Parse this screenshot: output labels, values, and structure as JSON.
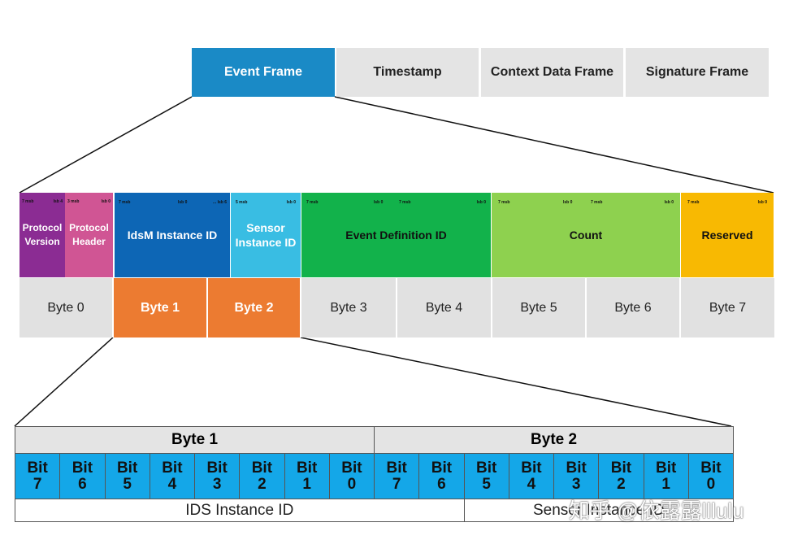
{
  "top_frames": [
    {
      "label": "Event Frame",
      "active": true
    },
    {
      "label": "Timestamp",
      "active": false
    },
    {
      "label": "Context Data Frame",
      "active": false
    },
    {
      "label": "Signature Frame",
      "active": false
    }
  ],
  "fields": [
    {
      "label": "Protocol Version",
      "color": "#8b2c93",
      "text_color": "#ffffff",
      "notes": [
        "7 msb",
        "lsb 4"
      ]
    },
    {
      "label": "Protocol Header",
      "color": "#d05594",
      "text_color": "#ffffff",
      "notes": [
        "3 msb",
        "lsb 0"
      ]
    },
    {
      "label": "IdsM Instance ID",
      "color": "#0d66b5",
      "text_color": "#ffffff",
      "notes": [
        "7 msb",
        "lsb 0",
        "... lsb 6"
      ]
    },
    {
      "label": "Sensor Instance ID",
      "color": "#39bde3",
      "text_color": "#ffffff",
      "notes": [
        "5 msb",
        "lsb 0"
      ]
    },
    {
      "label": "Event Definition ID",
      "color": "#12b24b",
      "text_color": "#111111",
      "notes": [
        "7 msb",
        "lsb 0",
        "7 msb",
        "lsb 0"
      ]
    },
    {
      "label": "Count",
      "color": "#8ed14f",
      "text_color": "#111111",
      "notes": [
        "7 msb",
        "lsb 0",
        "7 msb",
        "lsb 0"
      ]
    },
    {
      "label": "Reserved",
      "color": "#f8b902",
      "text_color": "#111111",
      "notes": [
        "7 msb",
        "lsb 0"
      ]
    }
  ],
  "bytes": [
    {
      "label": "Byte 0",
      "highlight": false
    },
    {
      "label": "Byte 1",
      "highlight": true
    },
    {
      "label": "Byte 2",
      "highlight": true
    },
    {
      "label": "Byte 3",
      "highlight": false
    },
    {
      "label": "Byte 4",
      "highlight": false
    },
    {
      "label": "Byte 5",
      "highlight": false
    },
    {
      "label": "Byte 6",
      "highlight": false
    },
    {
      "label": "Byte 7",
      "highlight": false
    }
  ],
  "detail": {
    "byte_headers": [
      "Byte 1",
      "Byte 2"
    ],
    "bits": [
      {
        "word": "Bit",
        "num": "7"
      },
      {
        "word": "Bit",
        "num": "6"
      },
      {
        "word": "Bit",
        "num": "5"
      },
      {
        "word": "Bit",
        "num": "4"
      },
      {
        "word": "Bit",
        "num": "3"
      },
      {
        "word": "Bit",
        "num": "2"
      },
      {
        "word": "Bit",
        "num": "1"
      },
      {
        "word": "Bit",
        "num": "0"
      },
      {
        "word": "Bit",
        "num": "7"
      },
      {
        "word": "Bit",
        "num": "6"
      },
      {
        "word": "Bit",
        "num": "5"
      },
      {
        "word": "Bit",
        "num": "4"
      },
      {
        "word": "Bit",
        "num": "3"
      },
      {
        "word": "Bit",
        "num": "2"
      },
      {
        "word": "Bit",
        "num": "1"
      },
      {
        "word": "Bit",
        "num": "0"
      }
    ],
    "groups": [
      {
        "label": "IDS Instance ID",
        "span": 10
      },
      {
        "label": "Sensor Instance ID",
        "span": 6
      }
    ]
  },
  "watermark": "知乎 @依露露lllulu"
}
